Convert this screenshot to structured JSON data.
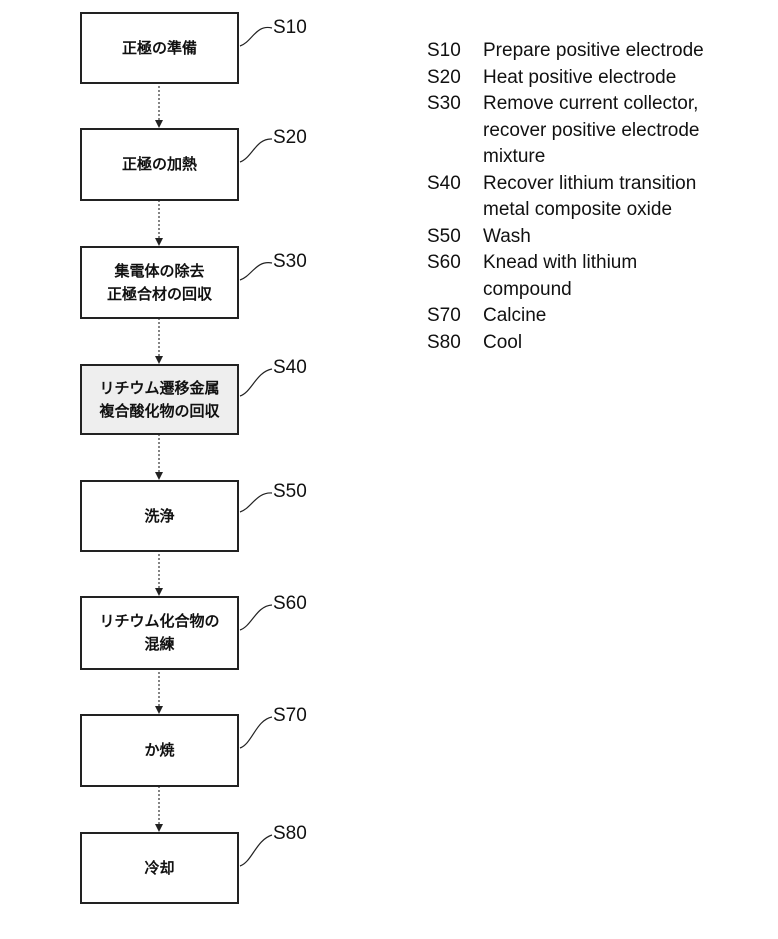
{
  "steps": [
    {
      "code": "S10",
      "label": "正極の準備"
    },
    {
      "code": "S20",
      "label": "正極の加熱"
    },
    {
      "code": "S30",
      "label": "集電体の除去\n正極合材の回収"
    },
    {
      "code": "S40",
      "label": "リチウム遷移金属\n複合酸化物の回収"
    },
    {
      "code": "S50",
      "label": "洗浄"
    },
    {
      "code": "S60",
      "label": "リチウム化合物の\n混練"
    },
    {
      "code": "S70",
      "label": "か焼"
    },
    {
      "code": "S80",
      "label": "冷却"
    }
  ],
  "legend": [
    {
      "code": "S10",
      "text": "Prepare positive electrode"
    },
    {
      "code": "S20",
      "text": "Heat positive electrode"
    },
    {
      "code": "S30",
      "text": "Remove current collector, recover positive electrode mixture"
    },
    {
      "code": "S40",
      "text": "Recover lithium transition metal composite oxide"
    },
    {
      "code": "S50",
      "text": "Wash"
    },
    {
      "code": "S60",
      "text": "Knead with lithium compound"
    },
    {
      "code": "S70",
      "text": "Calcine"
    },
    {
      "code": "S80",
      "text": "Cool"
    }
  ]
}
